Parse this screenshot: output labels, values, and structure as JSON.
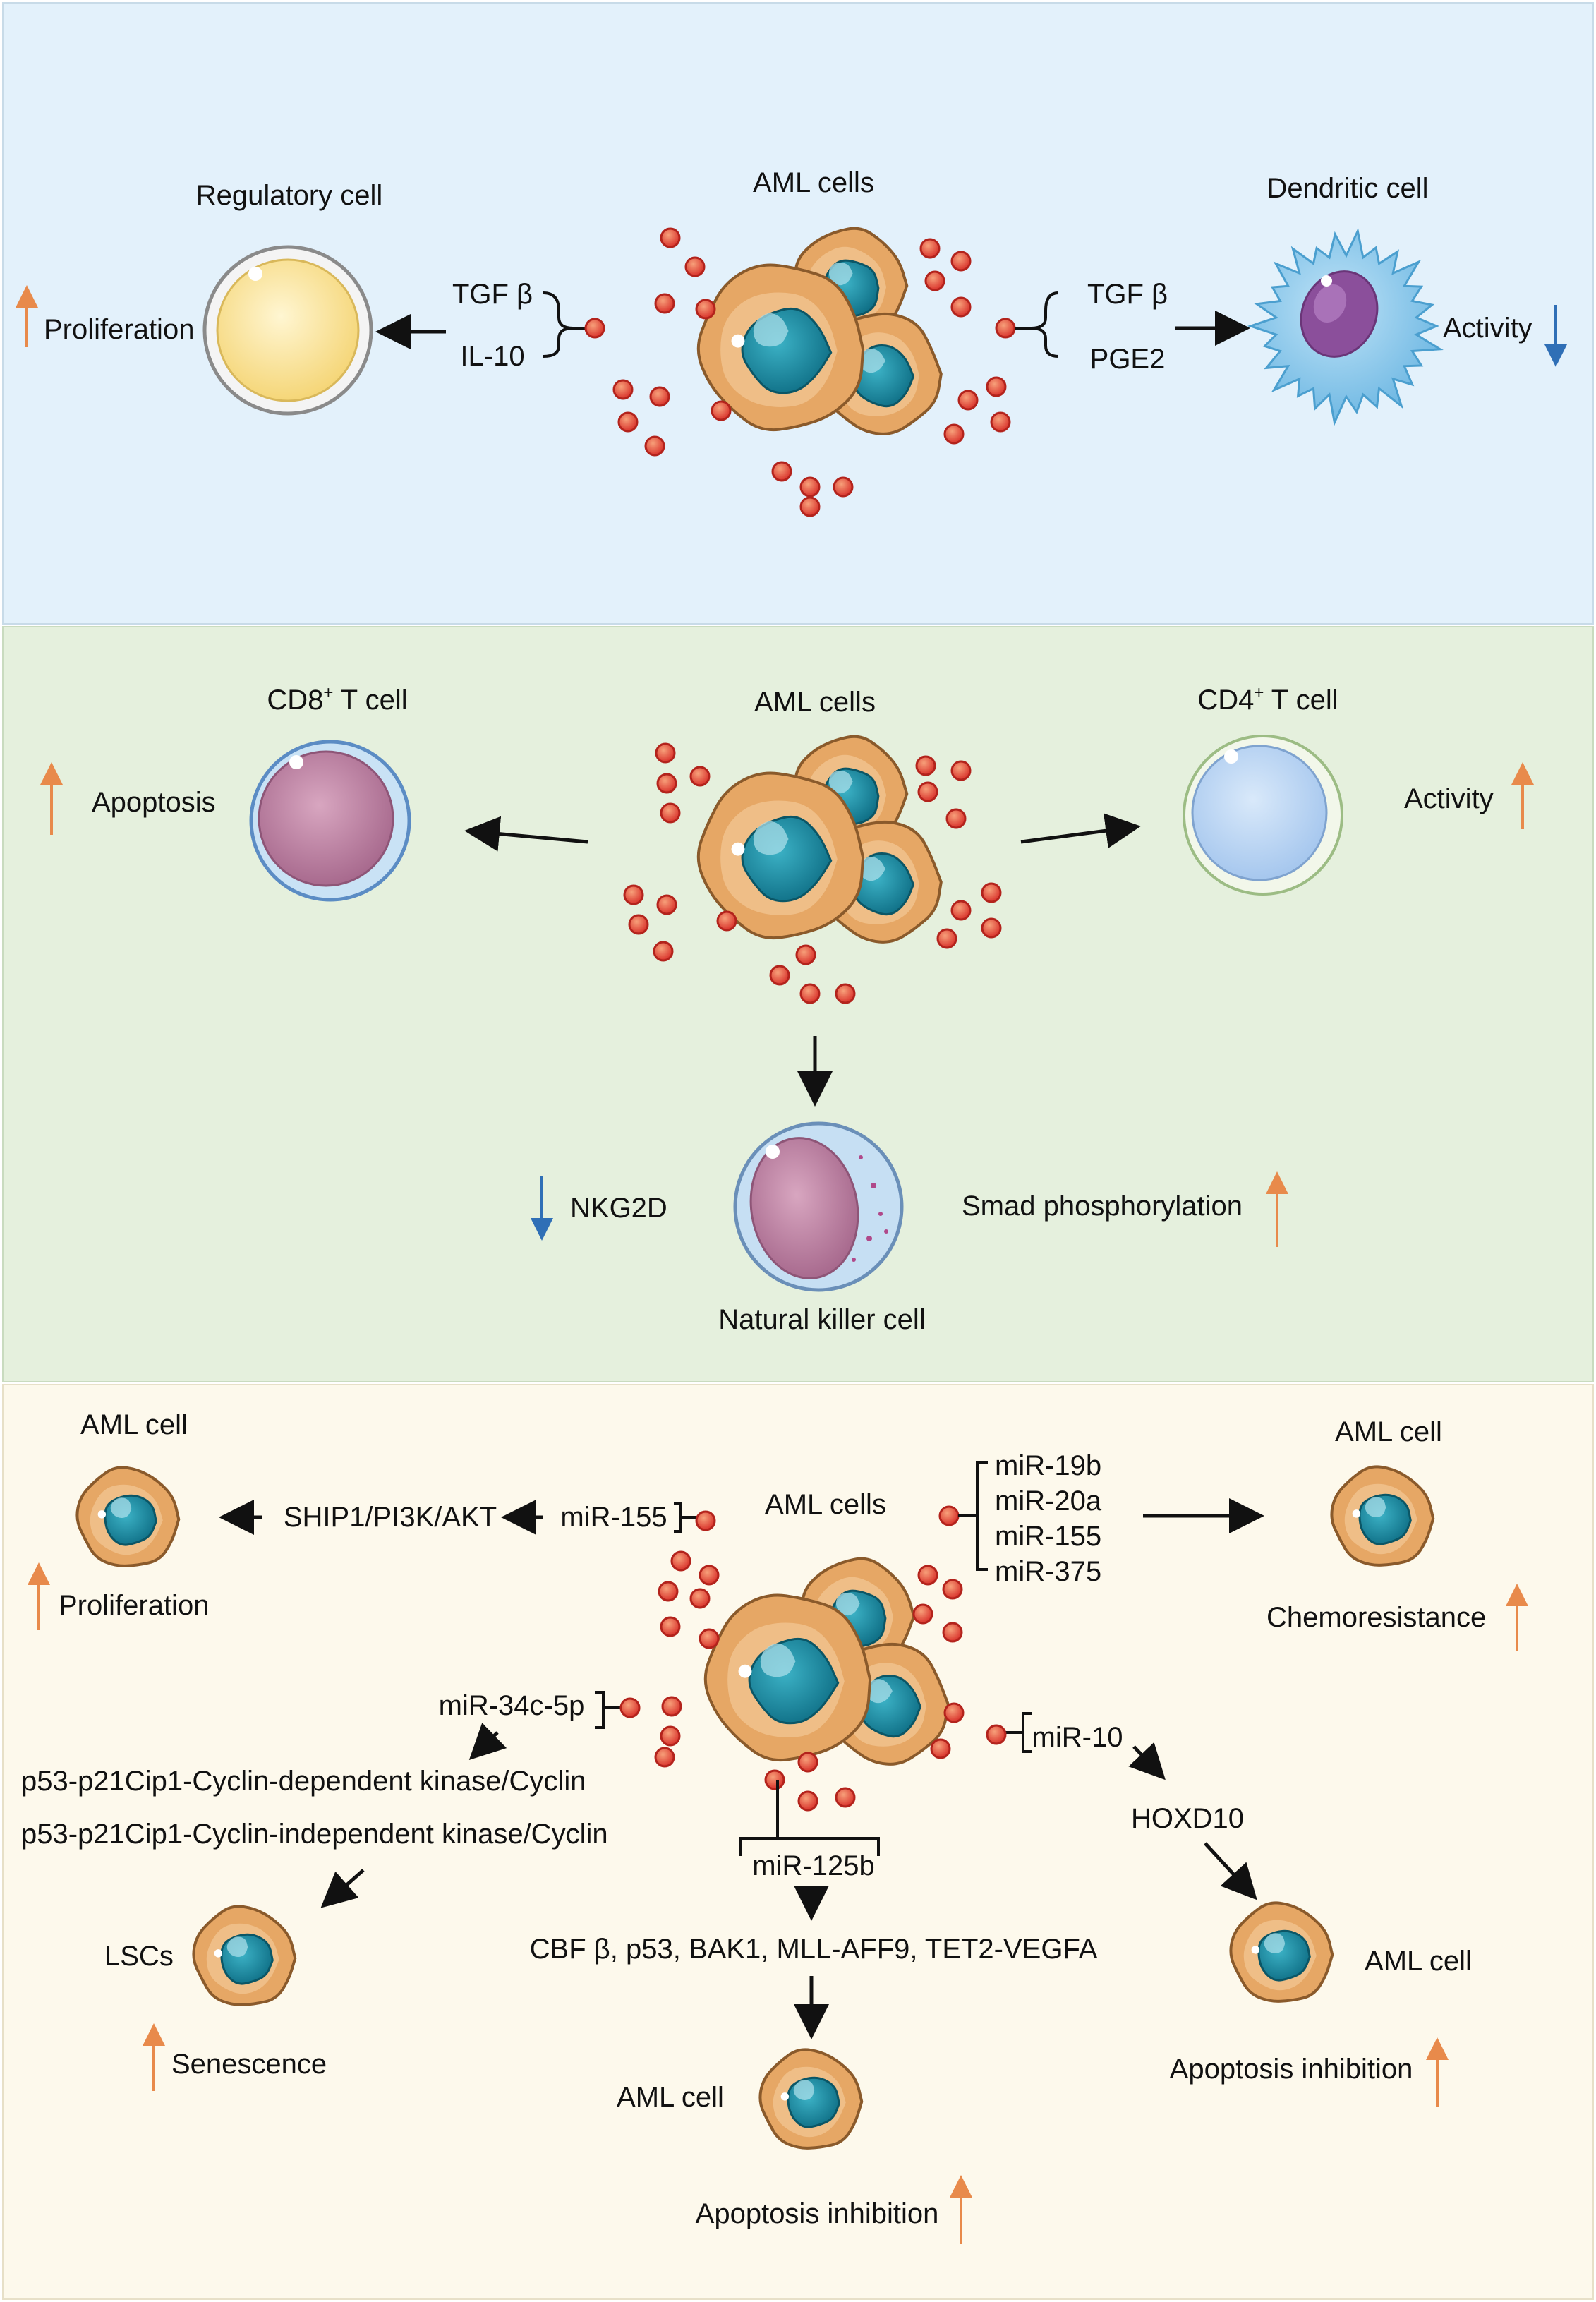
{
  "colors": {
    "panel1": "#e3f1fb",
    "panel2": "#e5f0dd",
    "panel3": "#fdf9ec",
    "up_arrow": "#e88a4b",
    "down_arrow": "#2f6fb6",
    "vesicle": "#d9332c",
    "aml_body": "#e6a765",
    "aml_nucleus": "#1f8fa6"
  },
  "panel1": {
    "center_label": "AML cells",
    "left_cell_label": "Regulatory cell",
    "left_factors": [
      "TGF β",
      "IL-10"
    ],
    "left_effect": "Proliferation",
    "left_effect_dir": "up",
    "right_cell_label": "Dendritic cell",
    "right_factors": [
      "TGF β",
      "PGE2"
    ],
    "right_effect": "Activity",
    "right_effect_dir": "down"
  },
  "panel2": {
    "center_label": "AML cells",
    "left_cell_label_main": "CD8",
    "left_cell_label_sup": "+",
    "left_cell_label_rest": " T cell",
    "left_effect": "Apoptosis",
    "left_effect_dir": "up",
    "right_cell_label_main": "CD4",
    "right_cell_label_sup": "+",
    "right_cell_label_rest": " T cell",
    "right_effect": "Activity",
    "right_effect_dir": "up",
    "bottom_cell_label": "Natural killer cell",
    "bottom_left_effect": "NKG2D",
    "bottom_left_dir": "down",
    "bottom_right_effect": "Smad phosphorylation",
    "bottom_right_dir": "up"
  },
  "panel3": {
    "center_label": "AML cells",
    "top_left": {
      "cell_label": "AML cell",
      "pathway": "SHIP1/PI3K/AKT",
      "mirna": "miR-155",
      "effect": "Proliferation",
      "effect_dir": "up"
    },
    "top_right": {
      "cell_label": "AML cell",
      "mirnas": [
        "miR-19b",
        "miR-20a",
        "miR-155",
        "miR-375"
      ],
      "effect": "Chemoresistance",
      "effect_dir": "up"
    },
    "mid_left": {
      "mirna": "miR-34c-5p",
      "pathway_lines": [
        "p53-p21Cip1-Cyclin-dependent kinase/Cyclin",
        "p53-p21Cip1-Cyclin-independent kinase/Cyclin"
      ],
      "cell_label": "LSCs",
      "effect": "Senescence",
      "effect_dir": "up"
    },
    "bottom_center": {
      "mirna": "miR-125b",
      "targets": "CBF β, p53,  BAK1, MLL-AFF9, TET2-VEGFA",
      "cell_label": "AML cell",
      "effect": "Apoptosis inhibition",
      "effect_dir": "up"
    },
    "mid_right": {
      "mirna": "miR-10",
      "target": "HOXD10",
      "cell_label": "AML cell",
      "effect": "Apoptosis inhibition",
      "effect_dir": "up"
    }
  }
}
